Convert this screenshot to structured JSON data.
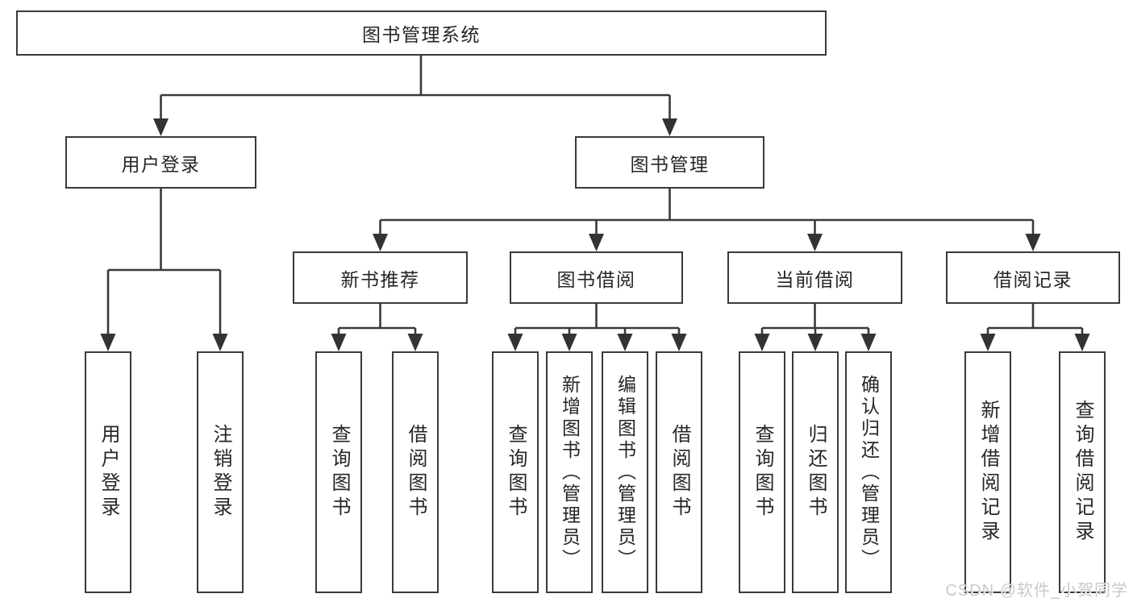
{
  "nodes": {
    "root": "图书管理系统",
    "user_login": "用户登录",
    "book_mgmt": "图书管理",
    "new_book_rec": "新书推荐",
    "book_borrow": "图书借阅",
    "current_borrow": "当前借阅",
    "borrow_record": "借阅记录",
    "leaf_user_login": "用户登录",
    "leaf_logout": "注销登录",
    "leaf_query_book_rec": "查询图书",
    "leaf_borrow_book_rec": "借阅图书",
    "leaf_query_book_borrow": "查询图书",
    "leaf_add_book": "新增图书（管理员）",
    "leaf_edit_book": "编辑图书（管理员）",
    "leaf_borrow_book": "借阅图书",
    "leaf_query_book_current": "查询图书",
    "leaf_return_book": "归还图书",
    "leaf_confirm_return": "确认归还（管理员）",
    "leaf_add_borrow_record": "新增借阅记录",
    "leaf_query_borrow_record": "查询借阅记录"
  },
  "colors": {
    "line": "#3a3a3a",
    "text": "#262626",
    "watermark": "#c9c9c9",
    "background": "#ffffff"
  },
  "watermark": "CSDN @软件_小贺同学"
}
